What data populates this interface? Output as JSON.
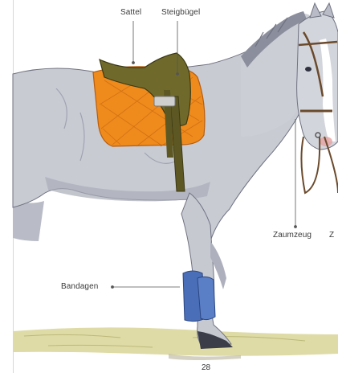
{
  "labels": {
    "saddle": "Sattel",
    "stirrup": "Steigbügel",
    "bridle": "Zaumzeug",
    "bridle_cut": "Z",
    "bandages": "Bandagen"
  },
  "page_number": "28",
  "colors": {
    "horse_body": "#c9cbd3",
    "horse_shadow": "#9ea1ad",
    "saddle_pad": "#ef8a1c",
    "saddle": "#6f6a2c",
    "bandage": "#4a6fb8",
    "ground": "#d9d69a",
    "label_text": "#3a3a3a"
  }
}
